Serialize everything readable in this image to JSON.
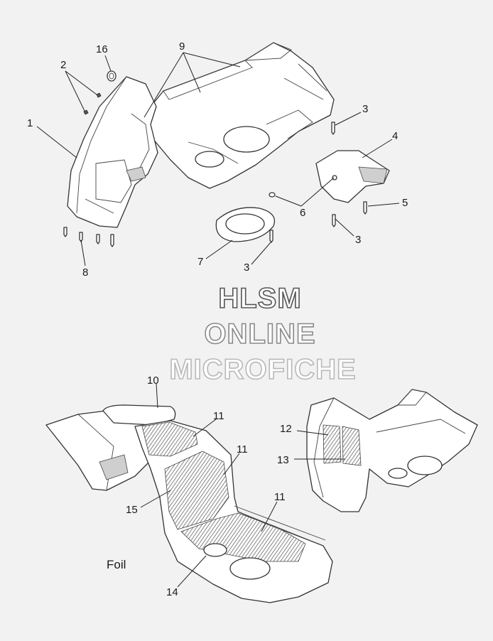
{
  "watermark": {
    "line1": "HLSM",
    "line2": "ONLINE",
    "line3": "MICROFICHE"
  },
  "callouts": {
    "c1": "1",
    "c2": "2",
    "c3a": "3",
    "c3b": "3",
    "c3c": "3",
    "c4": "4",
    "c5": "5",
    "c6": "6",
    "c7": "7",
    "c8": "8",
    "c9": "9",
    "c10": "10",
    "c11a": "11",
    "c11b": "11",
    "c11c": "11",
    "c12": "12",
    "c13": "13",
    "c14": "14",
    "c15": "15",
    "c16": "16"
  },
  "foil_label": "Foil",
  "colors": {
    "background": "#f2f2f2",
    "line": "#333333",
    "hatch": "#6a6a6a"
  }
}
